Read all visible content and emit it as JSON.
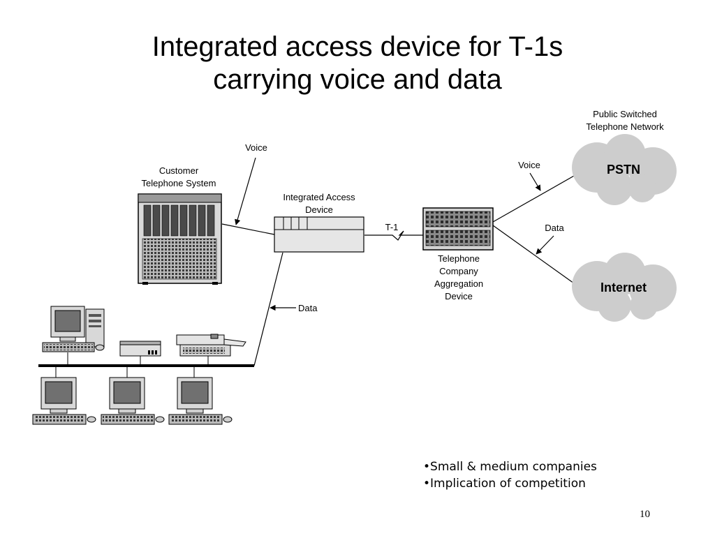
{
  "title": {
    "line1": "Integrated access device for T-1s",
    "line2": "carrying voice and data"
  },
  "labels": {
    "pstn_caption_line1": "Public Switched",
    "pstn_caption_line2": "Telephone Network",
    "voice_left": "Voice",
    "voice_right": "Voice",
    "data_right": "Data",
    "data_left": "Data",
    "customer_line1": "Customer",
    "customer_line2": "Telephone System",
    "iad_line1": "Integrated Access",
    "iad_line2": "Device",
    "t1": "T-1",
    "aggregation_line1": "Telephone",
    "aggregation_line2": "Company",
    "aggregation_line3": "Aggregation",
    "aggregation_line4": "Device",
    "pstn": "PSTN",
    "internet": "Internet"
  },
  "bullets": [
    "•Small & medium companies",
    "•Implication of competition"
  ],
  "page_number": "10"
}
